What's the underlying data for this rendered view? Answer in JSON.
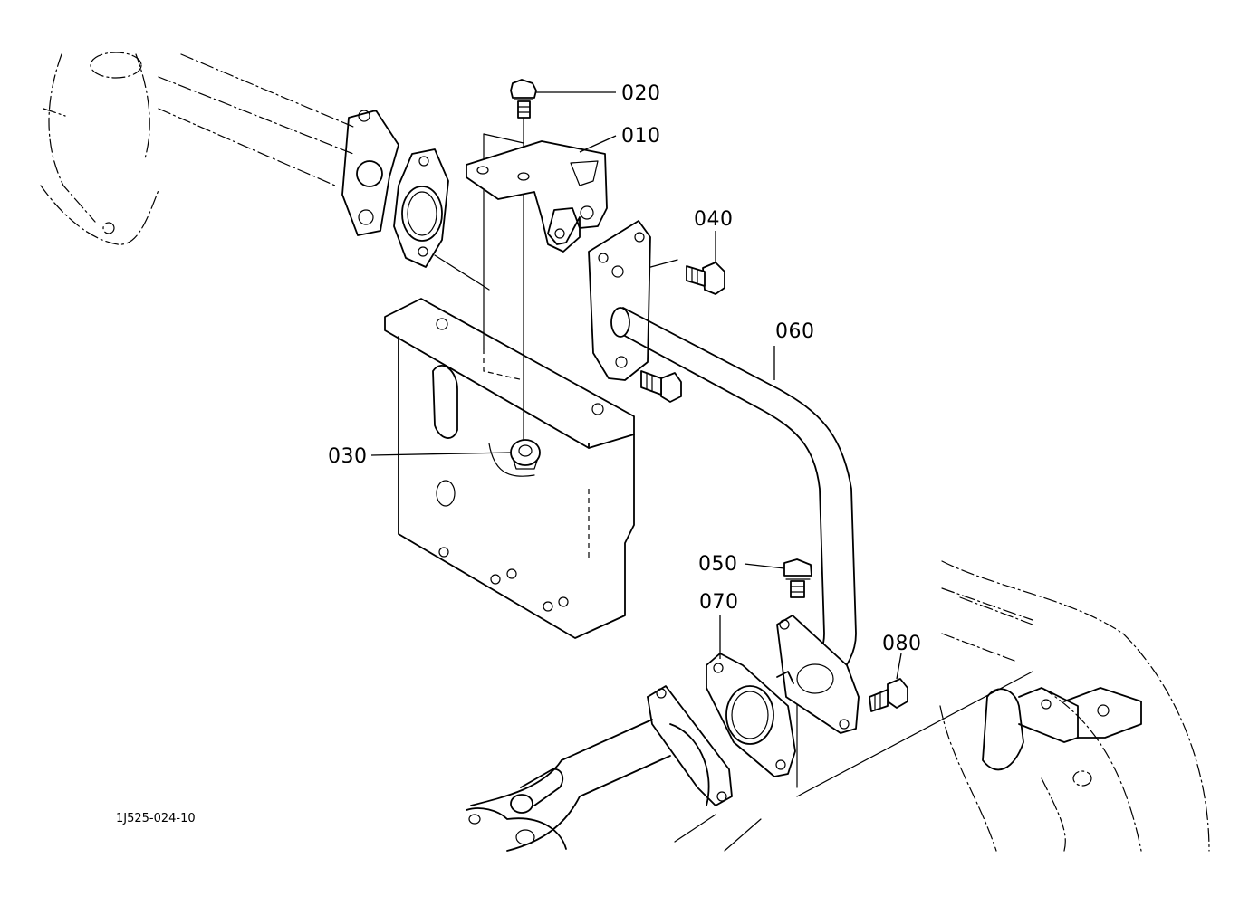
{
  "drawing": {
    "ref_code": "1J525-024-10",
    "callouts": {
      "p010": "010",
      "p020": "020",
      "p030": "030",
      "p040": "040",
      "p050": "050",
      "p060": "060",
      "p070": "070",
      "p080": "080"
    }
  }
}
